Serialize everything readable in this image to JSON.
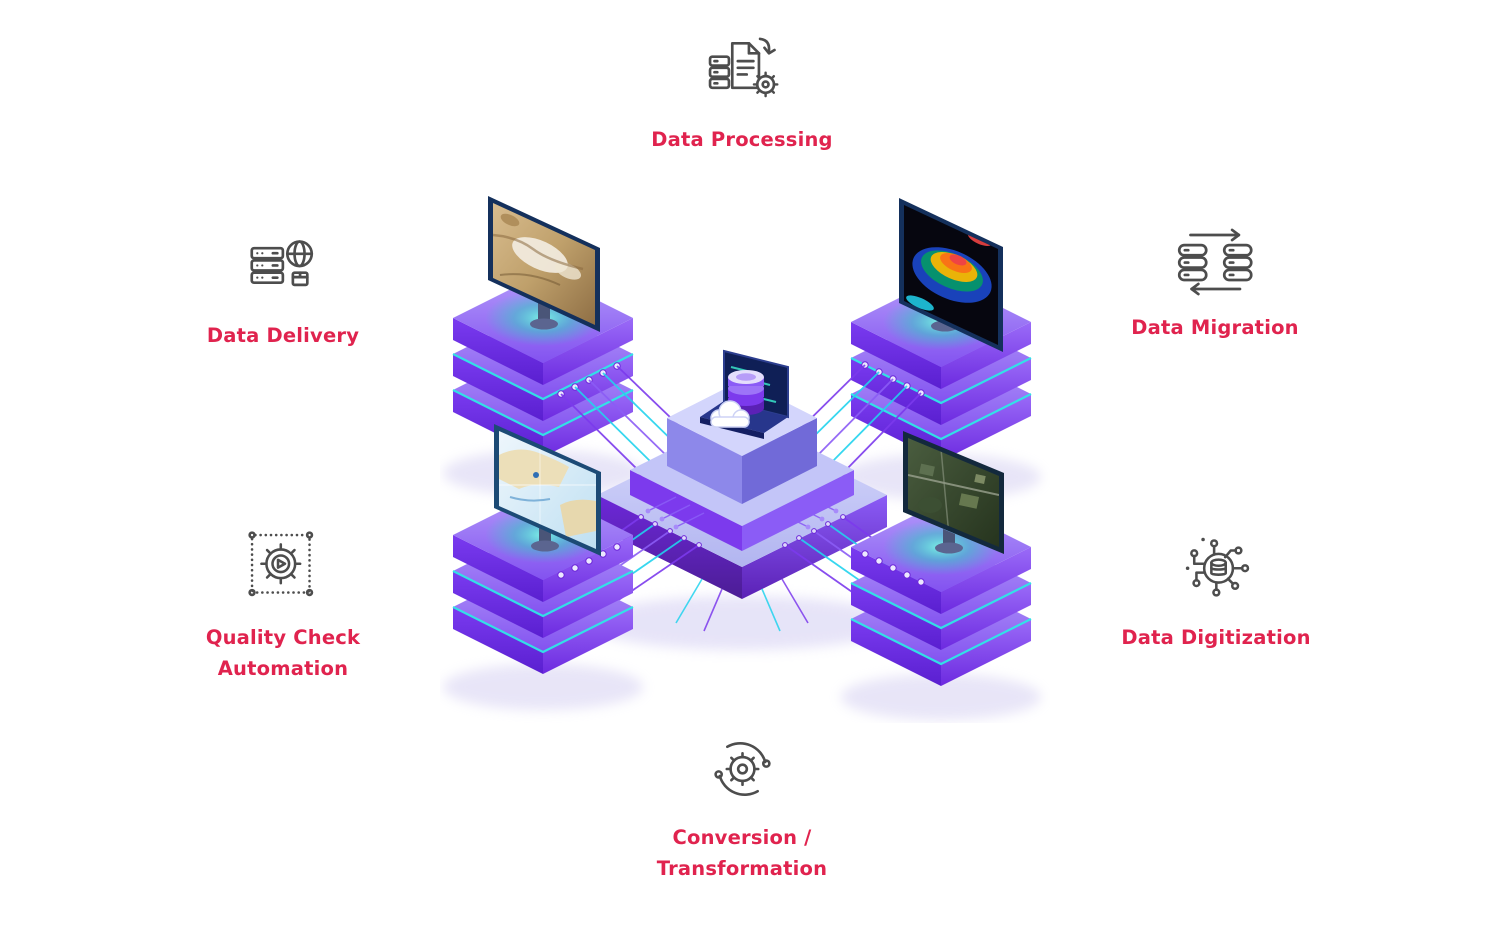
{
  "diagram": {
    "background": "#ffffff",
    "accent_color": "#e0234e",
    "icon_stroke_color": "#4d4d4d",
    "nodes": [
      {
        "id": "data-processing",
        "label": "Data Processing",
        "icon": "document-gear-processing-icon",
        "position": "top-center"
      },
      {
        "id": "data-delivery",
        "label": "Data Delivery",
        "icon": "server-globe-delivery-icon",
        "position": "middle-left"
      },
      {
        "id": "data-migration",
        "label": "Data Migration",
        "icon": "database-transfer-arrows-icon",
        "position": "middle-right"
      },
      {
        "id": "quality-check-automation",
        "label": "Quality Check Automation",
        "icon": "gear-play-automation-icon",
        "position": "lower-left"
      },
      {
        "id": "data-digitization",
        "label": "Data Digitization",
        "icon": "circuit-database-icon",
        "position": "lower-right"
      },
      {
        "id": "conversion-transformation",
        "label": "Conversion / Transformation",
        "icon": "circular-arrows-gear-icon",
        "position": "bottom-center"
      }
    ],
    "illustration": {
      "name": "isometric-data-platform",
      "elements": [
        "four-server-stacks",
        "map-monitors",
        "central-platform",
        "laptop",
        "database-cylinders",
        "cloud",
        "connection-wires"
      ],
      "colors": {
        "purple_dark": "#5b21b6",
        "purple": "#7c3aed",
        "violet": "#8b5cf6",
        "lavender": "#c7c9f4",
        "cyan": "#22d3ee",
        "teal_glow": "#2dd4bf"
      }
    }
  }
}
